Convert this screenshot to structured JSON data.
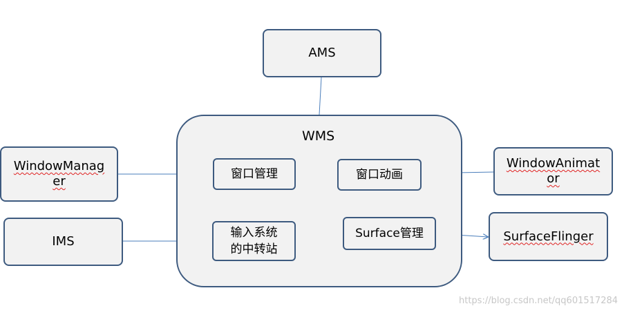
{
  "nodes": {
    "ams": "AMS",
    "wms": "WMS",
    "window_manager_l1": "WindowManag",
    "window_manager_l2": "er",
    "ims": "IMS",
    "window_mgmt": "窗口管理",
    "window_anim": "窗口动画",
    "input_relay_l1": "输入系统",
    "input_relay_l2": "的中转站",
    "surface_mgmt": "Surface管理",
    "window_animator_l1": "WindowAnimat",
    "window_animator_l2": "or",
    "surface_flinger": "SurfaceFlinger"
  },
  "watermark": "https://blog.csdn.net/qq601517284",
  "colors": {
    "border": "#3d5a7f",
    "fill": "#f2f2f2",
    "connector": "#4a7ebb",
    "spellcheck": "#e02020"
  }
}
